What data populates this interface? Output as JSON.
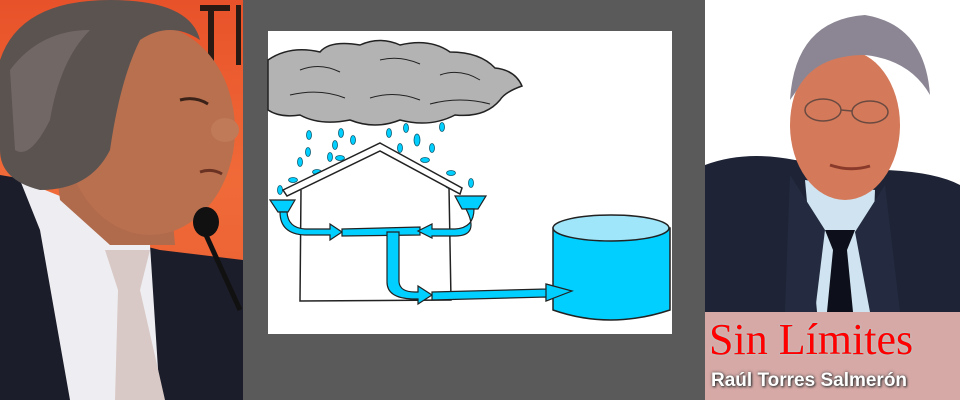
{
  "left_photo": {
    "description": "Man in dark suit with gray curly hair speaking at a microphone, orange background",
    "background_color": "#e8522a"
  },
  "center_diagram": {
    "description": "Rainwater harvesting illustration: rain cloud over a house, gutters collecting water, pipes with arrows flowing into a storage tank",
    "panel_color": "#5a5a5a",
    "water_color": "#00cfff",
    "cloud_color": "#b3b3b3"
  },
  "right_photo": {
    "description": "Portrait of man with gray hair and glasses in dark suit and tie",
    "banner": {
      "title": "Sin Límites",
      "author": "Raúl Torres Salmerón",
      "title_color": "#ff0000",
      "background_color": "#d6a9a6"
    }
  }
}
